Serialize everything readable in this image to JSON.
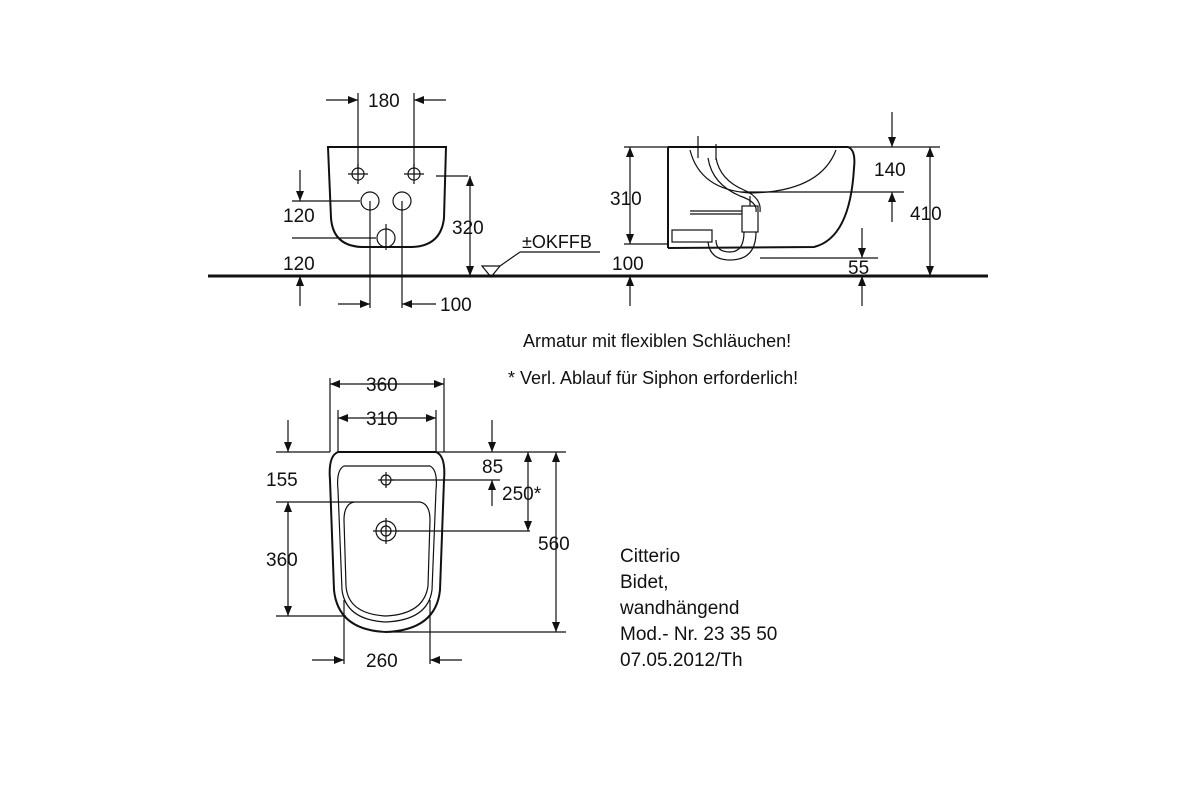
{
  "dimensions": {
    "front_180": "180",
    "front_120a": "120",
    "front_120b": "120",
    "front_320": "320",
    "front_100": "100",
    "okffb": "±OKFFB",
    "side_310": "310",
    "side_140": "140",
    "side_410": "410",
    "side_100": "100",
    "side_55": "55",
    "top_360w": "360",
    "top_310w": "310",
    "top_155": "155",
    "top_85": "85",
    "top_250": "250*",
    "top_360h": "360",
    "top_560": "560",
    "top_260": "260"
  },
  "notes": {
    "line1": "Armatur mit flexiblen Schläuchen!",
    "line2": "* Verl. Ablauf für Siphon erforderlich!"
  },
  "product": {
    "series": "Citterio",
    "type": "Bidet,",
    "mounting": "wandhängend",
    "model": "Mod.- Nr. 23 35 50",
    "date": "07.05.2012/Th"
  }
}
